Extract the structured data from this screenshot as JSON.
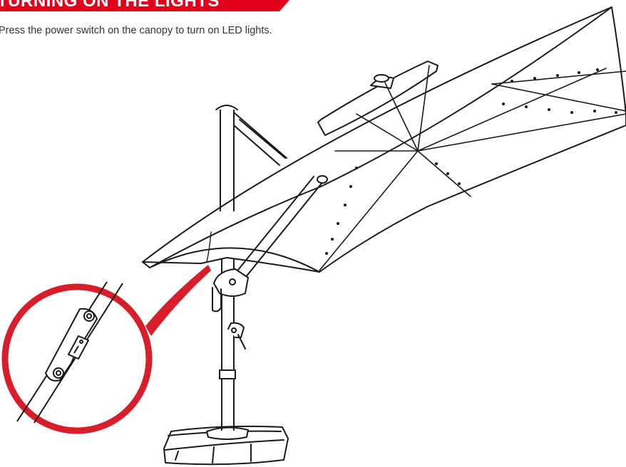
{
  "header": {
    "title": "TURNING ON THE LIGHTS",
    "accent_color": "#e3001b"
  },
  "instruction": {
    "text": "Press the power switch on the canopy to turn on LED lights."
  },
  "illustration": {
    "subject": "cantilever-umbrella-with-led-lights",
    "callout_color": "#d81e2a",
    "line_color": "#1a1a1a"
  }
}
